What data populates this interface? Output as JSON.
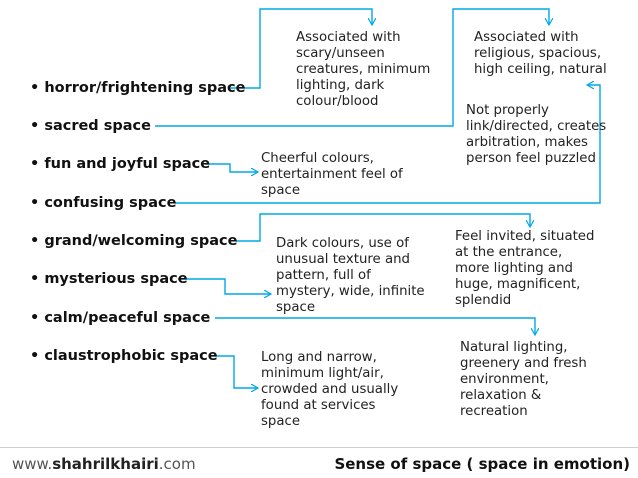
{
  "colors": {
    "connector": "#00a8e6",
    "text": "#222222",
    "footer_rule": "#cfcfcf"
  },
  "terms": [
    "• horror/frightening space",
    "• sacred space",
    "• fun and joyful space",
    "• confusing space",
    "• grand/welcoming space",
    "• mysterious space",
    "• calm/peaceful space",
    "• claustrophobic space"
  ],
  "descriptions": {
    "horror": [
      "Associated with",
      "scary/unseen",
      "creatures, minimum",
      "lighting, dark",
      "colour/blood"
    ],
    "sacred": [
      "Associated with",
      "religious, spacious,",
      "high ceiling, natural"
    ],
    "fun": [
      "Cheerful colours,",
      "entertainment feel of",
      "space"
    ],
    "confusing": [
      "Not properly",
      "link/directed, creates",
      "arbitration, makes",
      "person feel puzzled"
    ],
    "grand": [
      "Feel invited, situated",
      "at the entrance,",
      "more lighting and",
      "huge, magnificent,",
      "splendid"
    ],
    "mysterious": [
      "Dark colours, use of",
      "unusual texture and",
      "pattern, full of",
      "mystery, wide, infinite",
      "space"
    ],
    "calm": [
      "Natural lighting,",
      "greenery and fresh",
      "environment,",
      "relaxation &",
      "recreation"
    ],
    "claustrophobic": [
      "Long and narrow,",
      "minimum light/air,",
      "crowded and usually",
      "found at services",
      "space"
    ]
  },
  "footer": {
    "site_prefix": "www.",
    "site_brand": "shahrilkhairi",
    "site_suffix": ".com",
    "title": "Sense of space ( space in emotion)"
  }
}
